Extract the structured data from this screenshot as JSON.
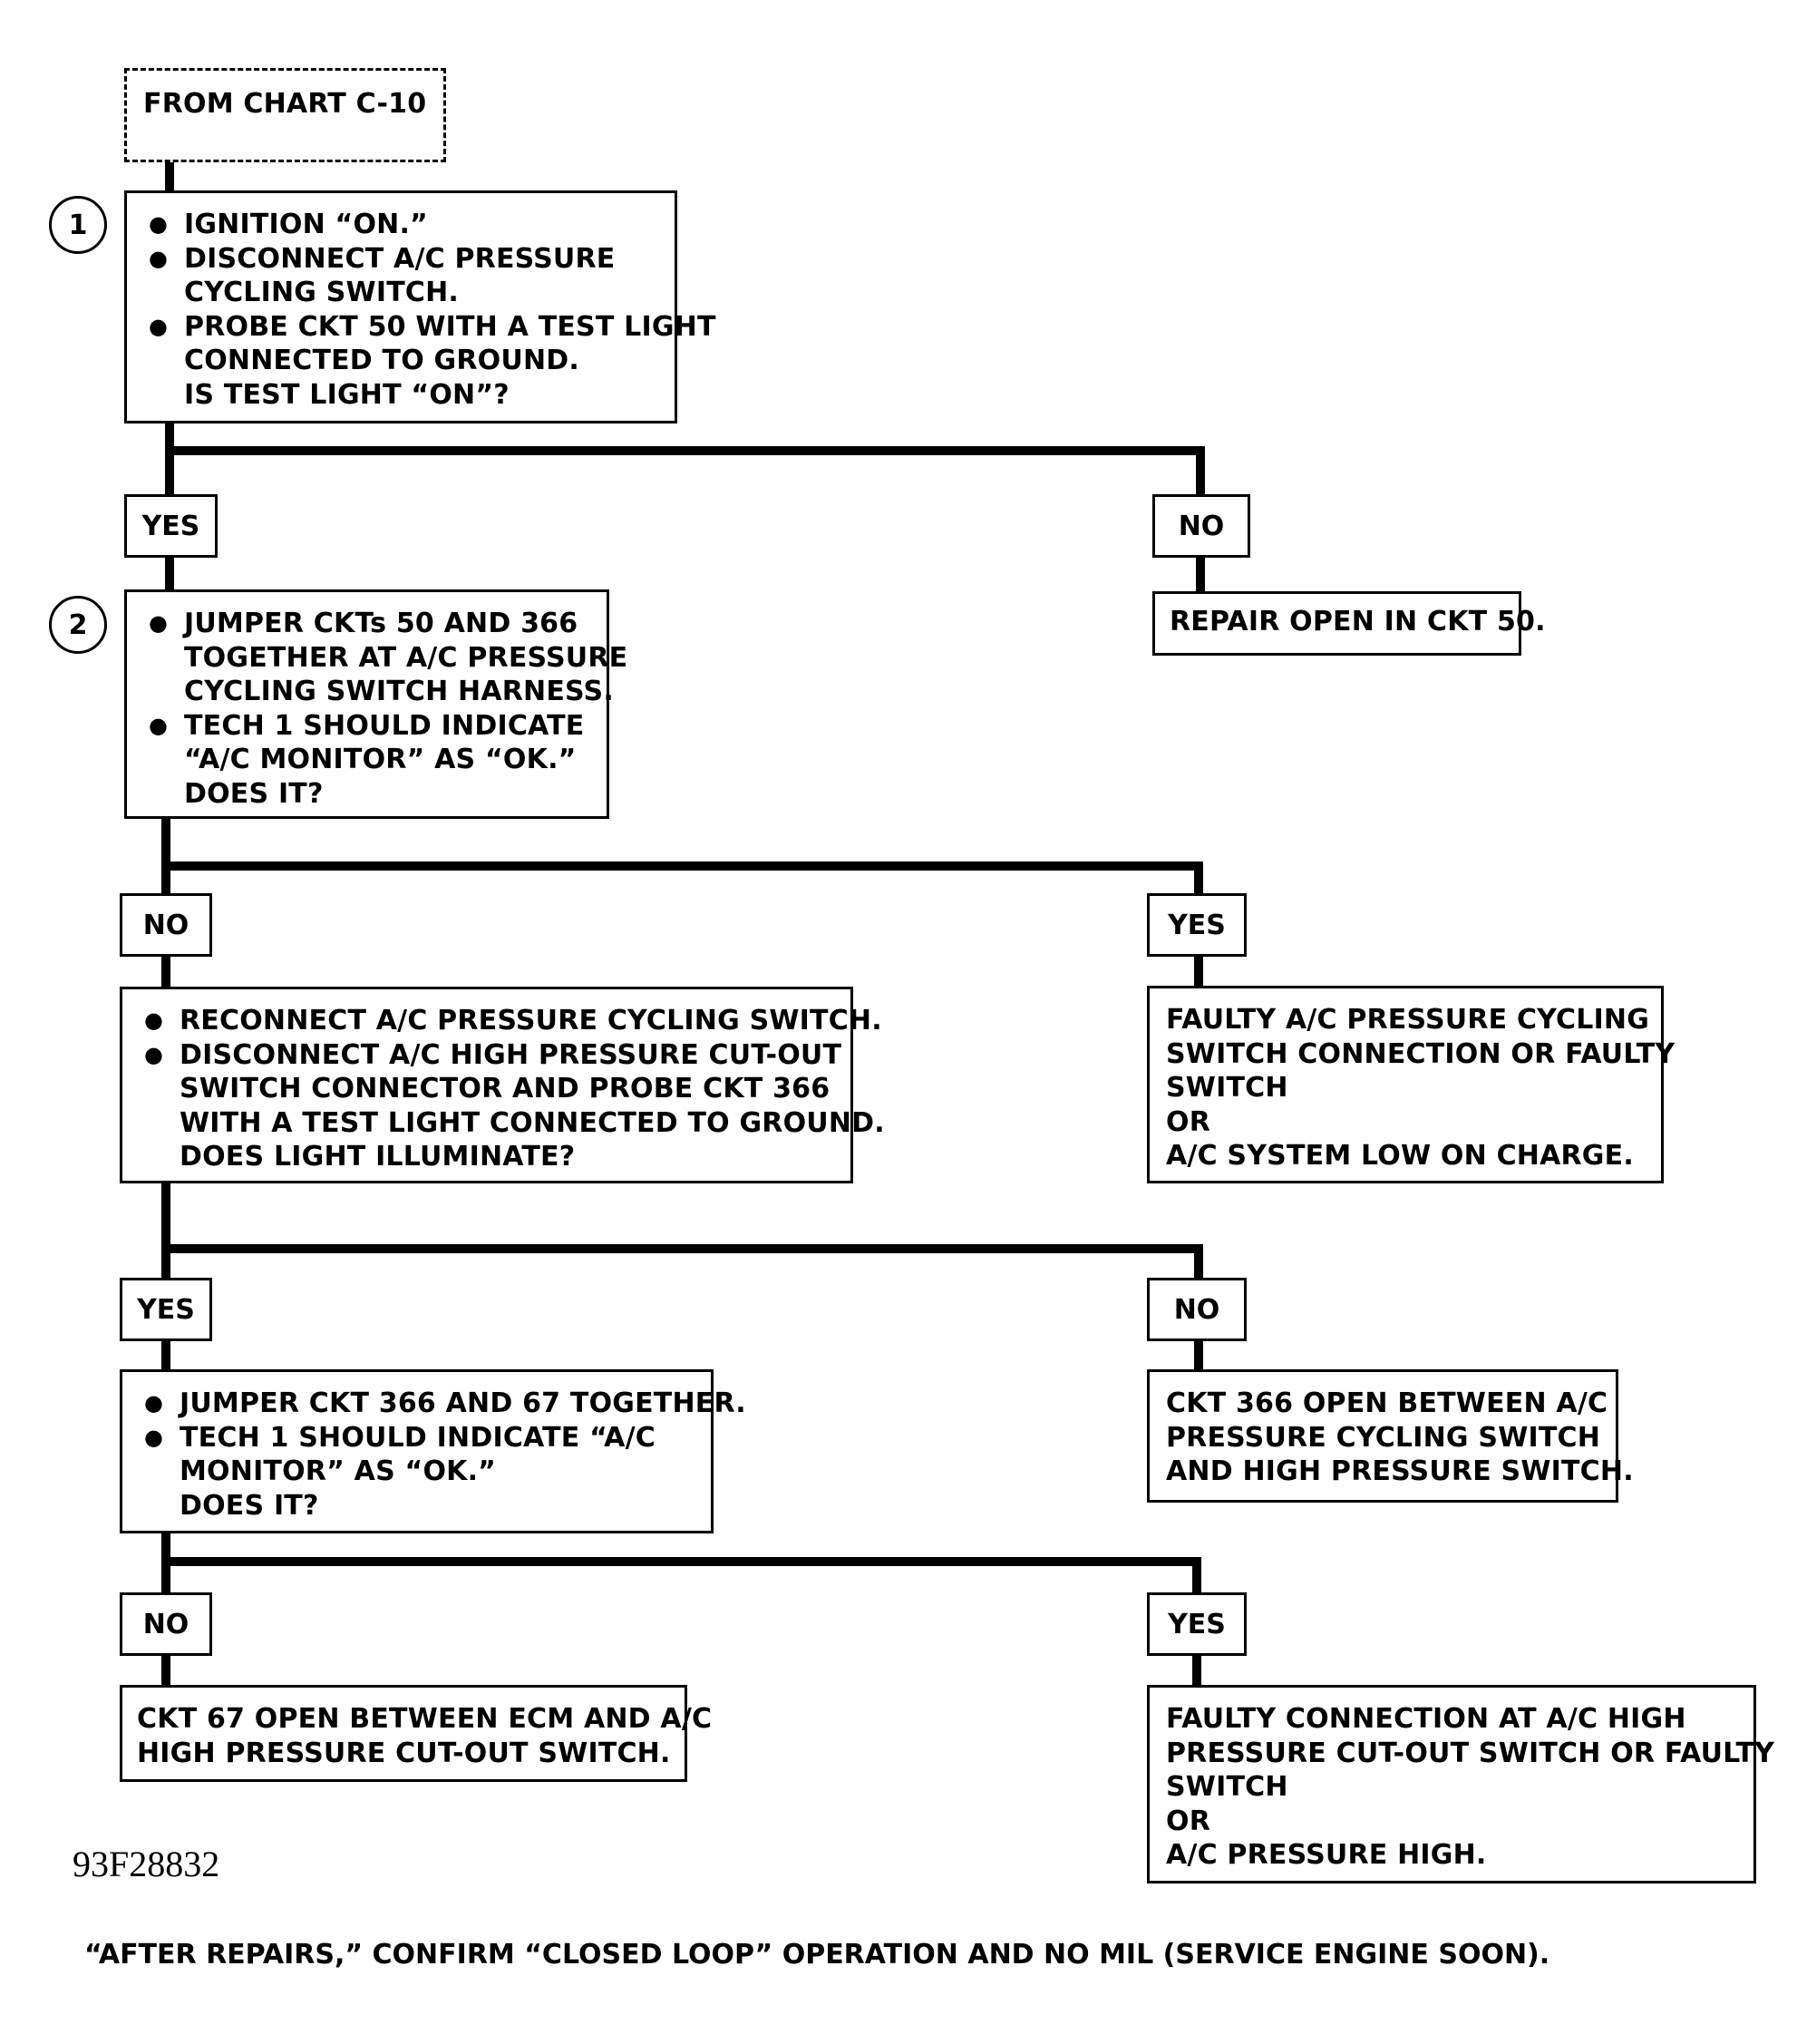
{
  "start_box": {
    "label": "FROM CHART C-10"
  },
  "steps": [
    {
      "number": "1",
      "lines": [
        {
          "bullet": true,
          "text": "IGNITION “ON.”"
        },
        {
          "bullet": true,
          "text": "DISCONNECT A/C PRESSURE"
        },
        {
          "bullet": false,
          "text": "CYCLING SWITCH."
        },
        {
          "bullet": true,
          "text": "PROBE CKT 50 WITH A TEST LIGHT"
        },
        {
          "bullet": false,
          "text": "CONNECTED TO GROUND."
        },
        {
          "bullet": false,
          "text": "IS TEST LIGHT “ON”?"
        }
      ]
    },
    {
      "number": "2",
      "lines": [
        {
          "bullet": true,
          "text": "JUMPER CKTs 50 AND 366"
        },
        {
          "bullet": false,
          "text": "TOGETHER AT A/C PRESSURE"
        },
        {
          "bullet": false,
          "text": "CYCLING SWITCH HARNESS."
        },
        {
          "bullet": true,
          "text": "TECH 1 SHOULD INDICATE"
        },
        {
          "bullet": false,
          "text": "“A/C MONITOR” AS “OK.”"
        },
        {
          "bullet": false,
          "text": "DOES IT?"
        }
      ]
    },
    {
      "number": "",
      "lines": [
        {
          "bullet": true,
          "text": "RECONNECT A/C PRESSURE CYCLING SWITCH."
        },
        {
          "bullet": true,
          "text": "DISCONNECT A/C HIGH PRESSURE CUT-OUT"
        },
        {
          "bullet": false,
          "text": "SWITCH CONNECTOR AND PROBE CKT 366"
        },
        {
          "bullet": false,
          "text": "WITH A TEST LIGHT CONNECTED TO GROUND."
        },
        {
          "bullet": false,
          "text": "DOES LIGHT ILLUMINATE?"
        }
      ]
    },
    {
      "number": "",
      "lines": [
        {
          "bullet": true,
          "text": "JUMPER CKT 366 AND 67 TOGETHER."
        },
        {
          "bullet": true,
          "text": "TECH 1 SHOULD INDICATE “A/C"
        },
        {
          "bullet": false,
          "text": "MONITOR” AS “OK.”"
        },
        {
          "bullet": false,
          "text": "DOES IT?"
        }
      ]
    }
  ],
  "branches": [
    {
      "left_label": "YES",
      "right_label": "NO"
    },
    {
      "left_label": "NO",
      "right_label": "YES"
    },
    {
      "left_label": "YES",
      "right_label": "NO"
    },
    {
      "left_label": "NO",
      "right_label": "YES"
    }
  ],
  "results": [
    {
      "lines": [
        "REPAIR OPEN IN CKT 50."
      ]
    },
    {
      "lines": [
        "FAULTY A/C PRESSURE CYCLING",
        "SWITCH CONNECTION OR FAULTY",
        "SWITCH",
        "OR",
        "A/C SYSTEM LOW ON CHARGE."
      ]
    },
    {
      "lines": [
        "CKT 366 OPEN BETWEEN A/C",
        "PRESSURE CYCLING SWITCH",
        "AND HIGH PRESSURE SWITCH."
      ]
    },
    {
      "lines": [
        "CKT 67 OPEN BETWEEN ECM AND A/C",
        "HIGH PRESSURE CUT-OUT SWITCH."
      ]
    },
    {
      "lines": [
        "FAULTY CONNECTION AT A/C HIGH",
        "PRESSURE CUT-OUT SWITCH OR FAULTY",
        "SWITCH",
        "OR",
        "A/C PRESSURE HIGH."
      ]
    }
  ],
  "figure_id": "93F28832",
  "footnote": "“AFTER REPAIRS,” CONFIRM “CLOSED LOOP” OPERATION AND NO MIL (SERVICE ENGINE SOON)."
}
